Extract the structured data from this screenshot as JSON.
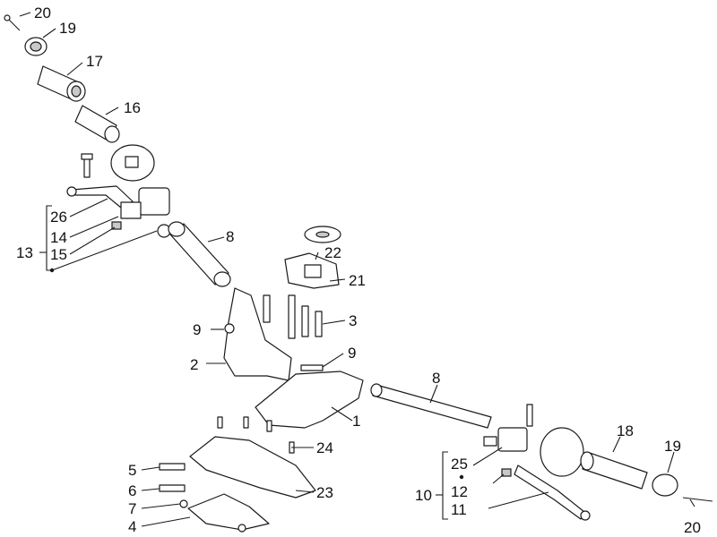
{
  "labels": [
    "20",
    "19",
    "17",
    "16",
    "8",
    "22",
    "21",
    "3",
    "9",
    "2",
    "9",
    "8",
    "1",
    "24",
    "23",
    "5",
    "6",
    "7",
    "4",
    "26",
    "14",
    "13",
    "15",
    "18",
    "19",
    "25",
    "10",
    "12",
    "11",
    "20"
  ],
  "colors": {
    "ink": "#1a1a1a",
    "fill": "#ffffff",
    "shade": "#c9c9c9"
  }
}
